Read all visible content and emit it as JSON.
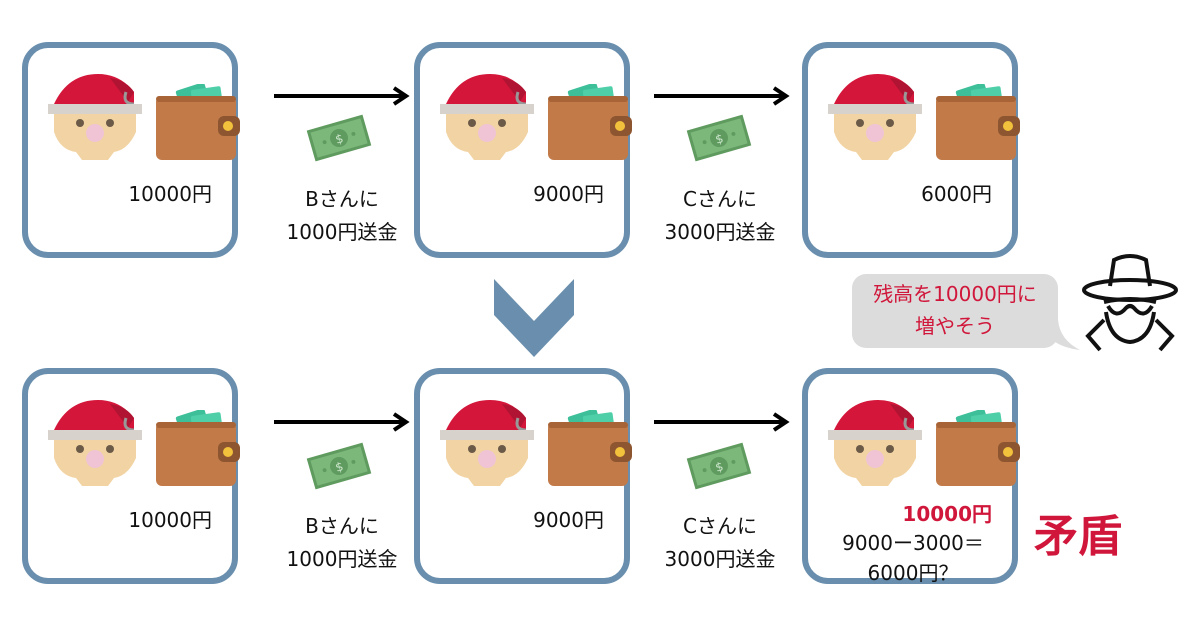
{
  "colors": {
    "box_border": "#6a8fae",
    "accent_red": "#d0163a",
    "bubble_bg": "#dcdcdc"
  },
  "top_row": {
    "boxes": [
      {
        "amount": "10000円"
      },
      {
        "amount": "9000円"
      },
      {
        "amount": "6000円"
      }
    ],
    "transfers": [
      {
        "line1": "Bさんに",
        "line2": "1000円送金"
      },
      {
        "line1": "Cさんに",
        "line2": "3000円送金"
      }
    ]
  },
  "bottom_row": {
    "boxes": [
      {
        "amount": "10000円"
      },
      {
        "amount": "9000円"
      },
      {
        "tampered_amount": "10000円",
        "equation_line1": "9000ー3000＝",
        "equation_line2": "6000円？"
      }
    ],
    "transfers": [
      {
        "line1": "Bさんに",
        "line2": "1000円送金"
      },
      {
        "line1": "Cさんに",
        "line2": "3000円送金"
      }
    ]
  },
  "attacker": {
    "speech_line1": "残高を10000円に",
    "speech_line2": "増やそう",
    "icon": "spy-icon"
  },
  "conclusion": "矛盾",
  "icons": {
    "person": "santa-icon",
    "wallet": "wallet-icon",
    "money": "banknote-icon",
    "arrow": "arrow-right-icon",
    "flow": "chevron-down-icon"
  }
}
